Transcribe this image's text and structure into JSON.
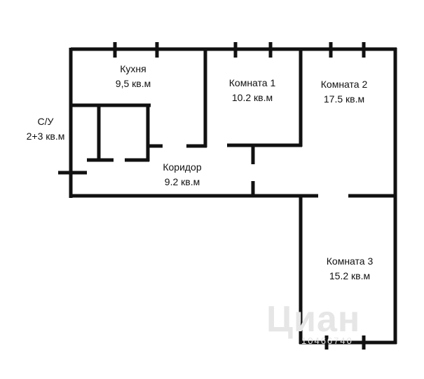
{
  "rooms": [
    {
      "id": "kitchen",
      "name": "Кухня",
      "area": "9,5 кв.м"
    },
    {
      "id": "bathroom",
      "name": "С/У",
      "area": "2+3 кв.м"
    },
    {
      "id": "room1",
      "name": "Комната 1",
      "area": "10.2 кв.м"
    },
    {
      "id": "room2",
      "name": "Комната 2",
      "area": "17.5 кв.м"
    },
    {
      "id": "corridor",
      "name": "Коридор",
      "area": "9.2 кв.м"
    },
    {
      "id": "room3",
      "name": "Комната 3",
      "area": "15.2 кв.м"
    }
  ],
  "watermark": {
    "brand": "Циан",
    "code": "10466740"
  },
  "colors": {
    "wall": "#111111",
    "text": "#111111",
    "watermark": "#e6e6e6"
  }
}
